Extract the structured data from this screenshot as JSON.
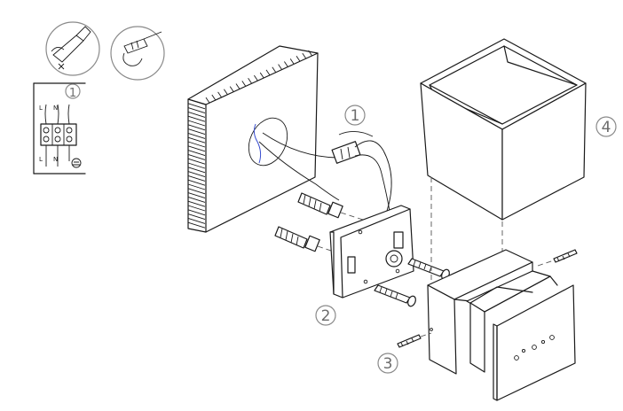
{
  "steps": {
    "wiring": "1",
    "plate": "2",
    "screws": "3",
    "shade": "4"
  },
  "wiring_diagram": {
    "step": "1",
    "top_labels": [
      "L",
      "N"
    ],
    "bottom_labels": [
      "L",
      "N"
    ]
  },
  "colors": {
    "line": "#1a1a1a",
    "label": "#6b6b6b",
    "wire_blue": "#3a4fd0"
  }
}
